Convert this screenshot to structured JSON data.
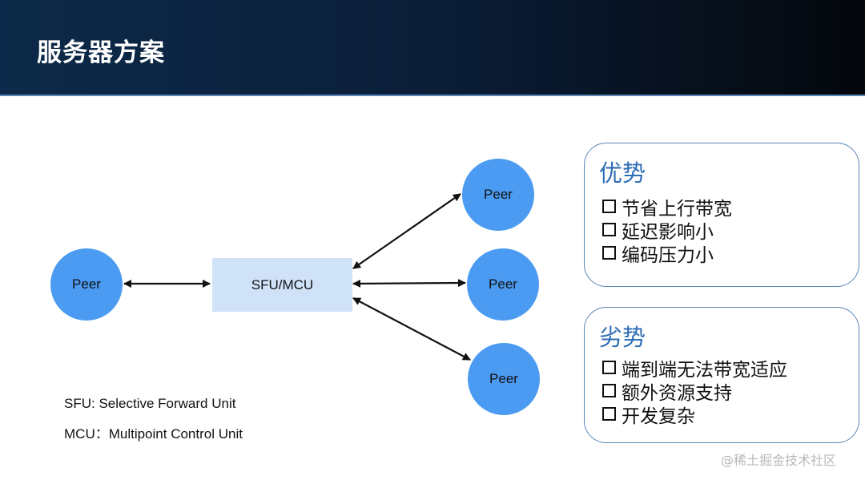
{
  "header": {
    "title": "服务器方案"
  },
  "diagram": {
    "left_peer": "Peer",
    "server": "SFU/MCU",
    "right_peers": [
      "Peer",
      "Peer",
      "Peer"
    ]
  },
  "legend": {
    "sfu": "SFU: Selective Forward Unit",
    "mcu": "MCU：Multipoint Control Unit"
  },
  "advantages": {
    "title": "优势",
    "items": [
      "节省上行带宽",
      "延迟影响小",
      "编码压力小"
    ]
  },
  "disadvantages": {
    "title": "劣势",
    "items": [
      "端到端无法带宽适应",
      "额外资源支持",
      "开发复杂"
    ]
  },
  "watermark": "@稀土掘金技术社区",
  "colors": {
    "peer": "#4b9bf2",
    "server": "#cfe2f8",
    "panel_border": "#5a86b4",
    "panel_title": "#2f6eb6"
  }
}
